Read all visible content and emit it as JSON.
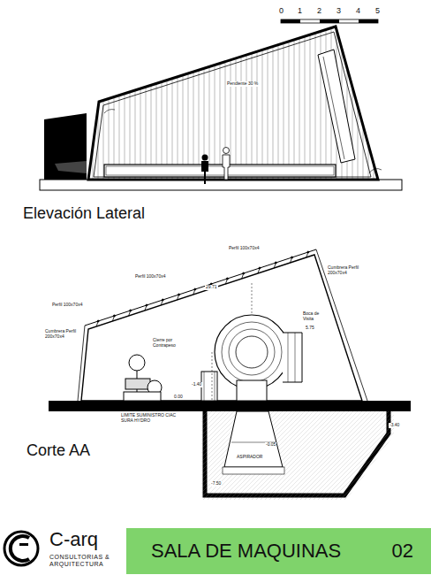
{
  "diagram": {
    "nodes": [
      {
        "text": [
          "SALA DE MAQUINAS",
          "02"
        ]
      }
    ],
    "labels": [
      "0",
      "1",
      "2",
      "3",
      "4",
      "5",
      "Pendiente 30 %",
      "Elevación Lateral",
      "Perfil 100x70x4",
      "Perfil 100x70x4",
      "Perfil 100x70x4",
      "Cumbrera Perfil 200x70x4",
      "Cumbrera Perfil 200x70x4",
      "29.71",
      "Cierre por Contrapeso",
      "Boca de Visita",
      "5.75",
      "LIMITE SUMINISTRO CIAC SURA HYDRO",
      "0.00",
      "-1.40",
      "ASPIRADOR",
      "-0.05",
      "-3.40",
      "-7.50",
      "Corte AA",
      "C-arq",
      "CONSULTORIAS & ARQUITECTURA"
    ]
  }
}
